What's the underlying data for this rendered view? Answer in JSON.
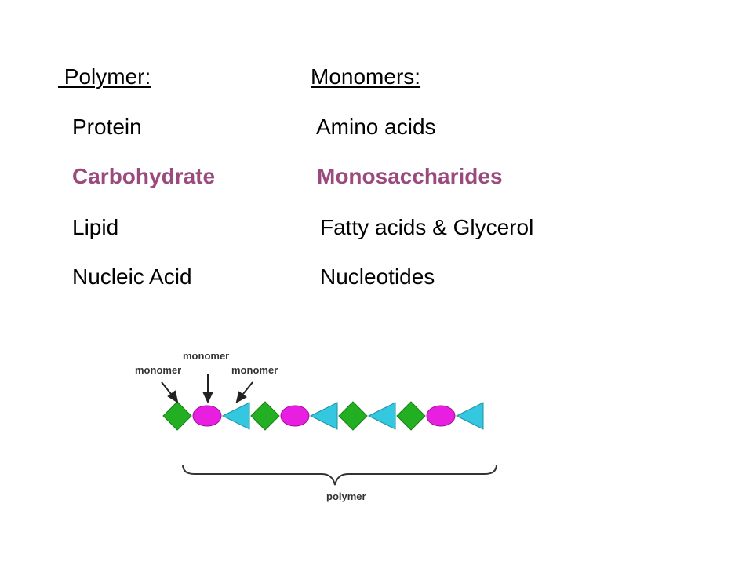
{
  "headers": {
    "polymer": " Polymer:",
    "monomers": "Monomers:"
  },
  "rows": [
    {
      "polymer": "Protein",
      "monomer": "Amino acids",
      "highlight": false
    },
    {
      "polymer": "Carbohydrate",
      "monomer": "Monosaccharides",
      "highlight": true
    },
    {
      "polymer": "Lipid",
      "monomer": "Fatty acids & Glycerol",
      "highlight": false
    },
    {
      "polymer": "Nucleic Acid",
      "monomer": "Nucleotides",
      "highlight": false
    }
  ],
  "colors": {
    "highlight": "#9b4a7d",
    "diamond": "#22b022",
    "ellipse": "#e81ee0",
    "triangle": "#33c8e0"
  },
  "diagram": {
    "labels": {
      "monomer_left": "monomer",
      "monomer_center": "monomer",
      "monomer_right": "monomer",
      "polymer": "polymer"
    },
    "chain": [
      "diamond",
      "ellipse",
      "triangle",
      "diamond",
      "ellipse",
      "triangle",
      "diamond",
      "triangle",
      "diamond",
      "ellipse",
      "triangle"
    ]
  }
}
